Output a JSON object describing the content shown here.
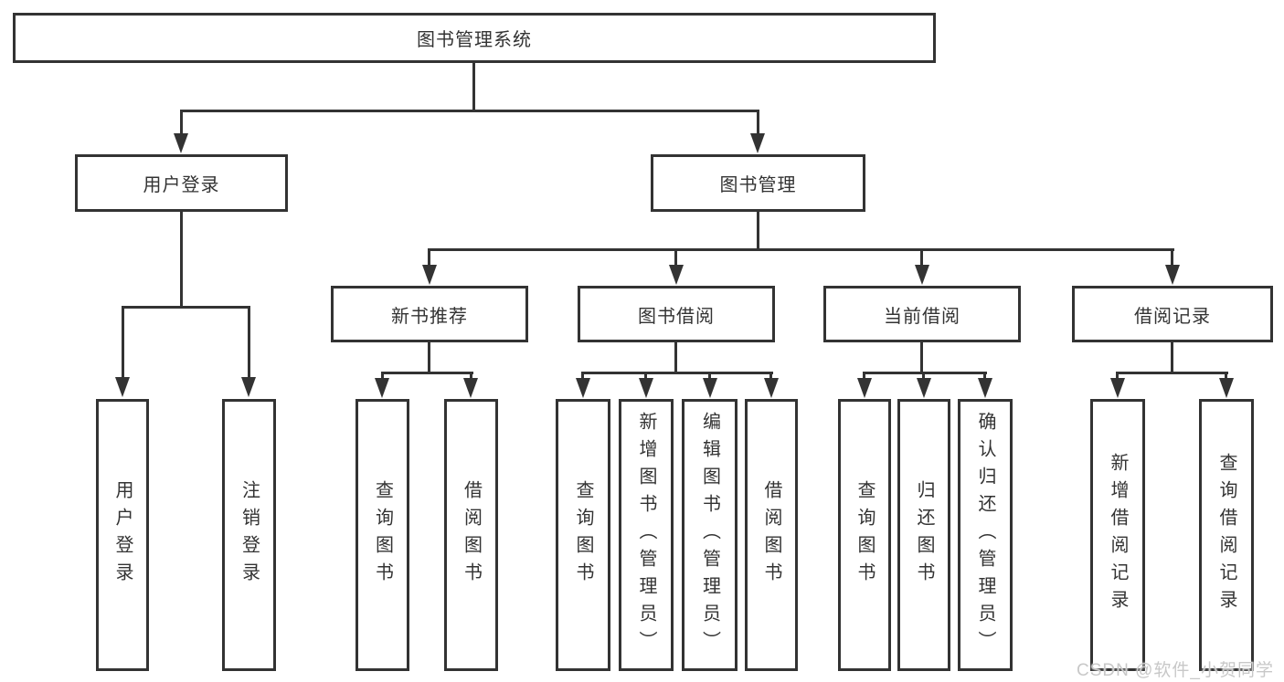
{
  "diagram": {
    "root": {
      "label": "图书管理系统"
    },
    "level2": [
      {
        "label": "用户登录"
      },
      {
        "label": "图书管理"
      }
    ],
    "level3": [
      {
        "label": "新书推荐"
      },
      {
        "label": "图书借阅"
      },
      {
        "label": "当前借阅"
      },
      {
        "label": "借阅记录"
      }
    ],
    "leaves": {
      "user_login": [
        "用户登录",
        "注销登录"
      ],
      "new_book_recommend": [
        "查询图书",
        "借阅图书"
      ],
      "book_borrow": [
        "查询图书",
        "新增图书（管理员）",
        "编辑图书（管理员）",
        "借阅图书"
      ],
      "current_borrow": [
        "查询图书",
        "归还图书",
        "确认归还（管理员）"
      ],
      "borrow_records": [
        "新增借阅记录",
        "查询借阅记录"
      ]
    },
    "watermark": "CSDN @软件_小贺同学",
    "colors": {
      "line": "#333333",
      "ink": "#333333",
      "background": "#ffffff",
      "watermark": "#c8c8c8"
    }
  }
}
